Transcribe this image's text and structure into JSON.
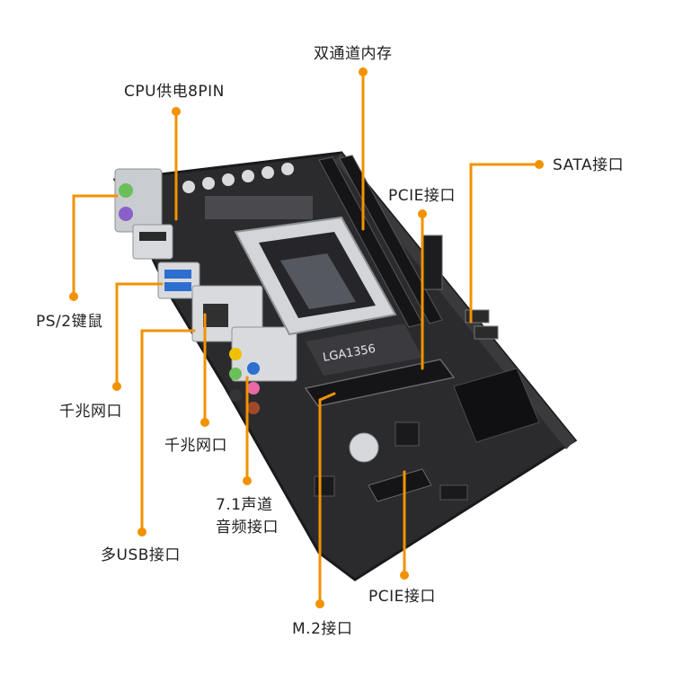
{
  "colors": {
    "leader": "#f39200",
    "board": "#2b2b2d",
    "board_edge": "#1a1a1c",
    "metal": "#c9ccd0",
    "text": "#222222"
  },
  "labels": {
    "memory": "双通道内存",
    "cpu_power": "CPU供电8PIN",
    "sata": "SATA接口",
    "pcie_top": "PCIE接口",
    "ps2": "PS/2键鼠",
    "lan_left": "千兆网口",
    "lan_right": "千兆网口",
    "audio_line1": "7.1声道",
    "audio_line2": "音频接口",
    "usb": "多USB接口",
    "pcie_bottom": "PCIE接口",
    "m2": "M.2接口"
  },
  "board": {
    "socket_text": "LGA1356"
  }
}
